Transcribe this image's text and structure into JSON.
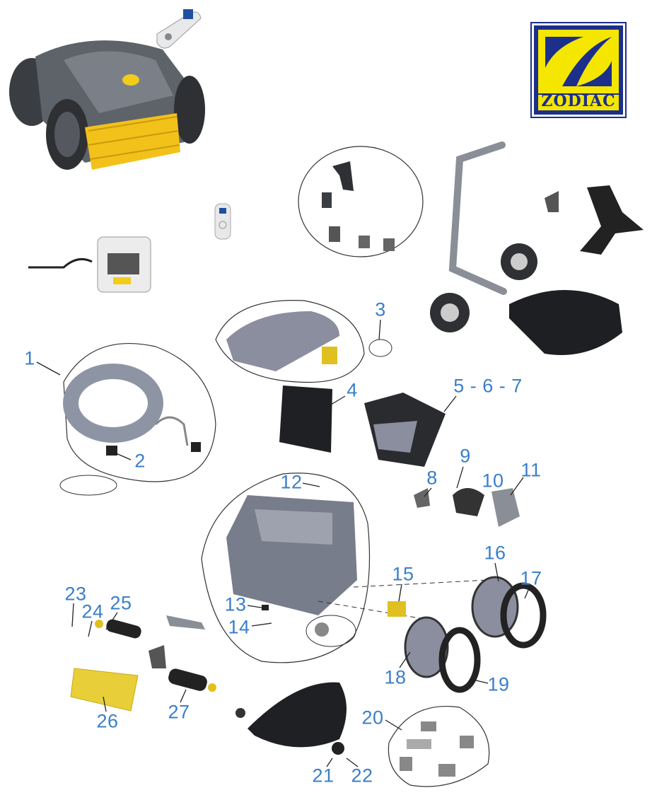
{
  "logo": {
    "brand": "ZODIAC",
    "colors": {
      "yellow": "#f5e600",
      "blue": "#1c2f8a"
    }
  },
  "label_color": "#3a7fc8",
  "part_labels": [
    "1",
    "2",
    "3",
    "4",
    "5 - 6 - 7",
    "8",
    "9",
    "10",
    "11",
    "12",
    "13",
    "14",
    "15",
    "16",
    "17",
    "18",
    "19",
    "20",
    "21",
    "22",
    "23",
    "24",
    "25",
    "26",
    "27"
  ]
}
